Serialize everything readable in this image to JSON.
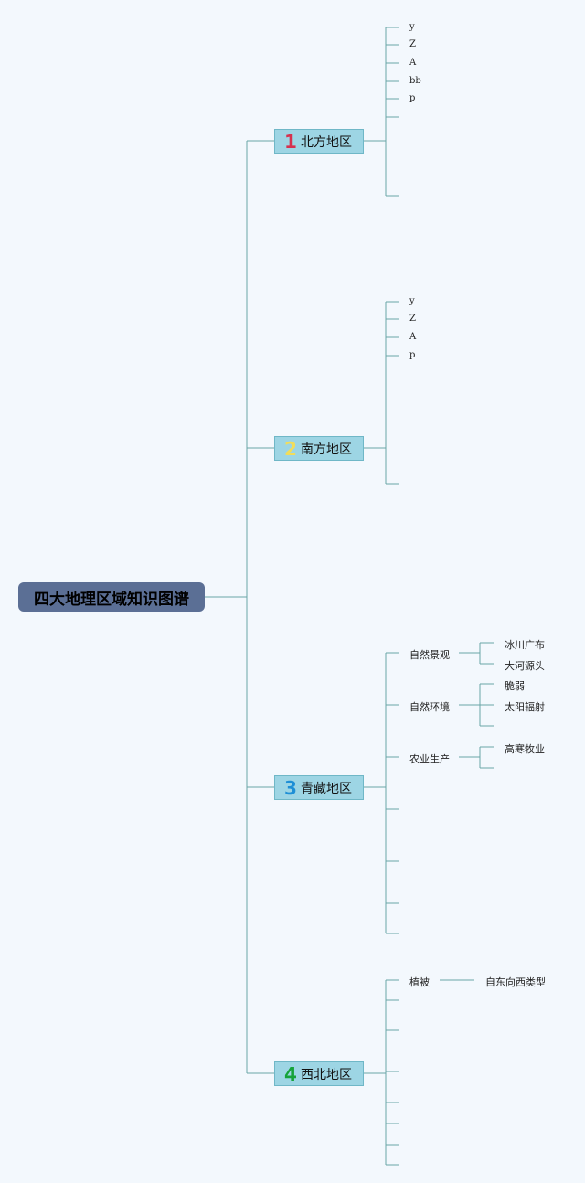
{
  "root": {
    "title": "四大地理区域知识图谱"
  },
  "regions": [
    {
      "num": "1",
      "name": "北方地区",
      "color": "#d6314f",
      "leaves": [
        "y",
        "Z",
        "A",
        "bb",
        "p"
      ],
      "empty_branches": 2
    },
    {
      "num": "2",
      "name": "南方地区",
      "color": "#f2dd5a",
      "leaves": [
        "y",
        "Z",
        "A",
        "p"
      ],
      "empty_branches": 1
    },
    {
      "num": "3",
      "name": "青藏地区",
      "color": "#1e8fd6",
      "topics": [
        {
          "label": "自然景观",
          "children": [
            "冰川广布",
            "大河源头"
          ]
        },
        {
          "label": "自然环境",
          "children": [
            "脆弱",
            "太阳辐射"
          ]
        },
        {
          "label": "农业生产",
          "children": [
            "高寒牧业"
          ]
        }
      ]
    },
    {
      "num": "4",
      "name": "西北地区",
      "color": "#16a33a",
      "topics": [
        {
          "label": "植被",
          "children": [
            "自东向西类型"
          ]
        }
      ]
    }
  ],
  "colors": {
    "line": "#6aa6a6",
    "root_bg": "#5b6f95",
    "node_bg": "#9dd5e4",
    "background": "#f3f8fd"
  }
}
